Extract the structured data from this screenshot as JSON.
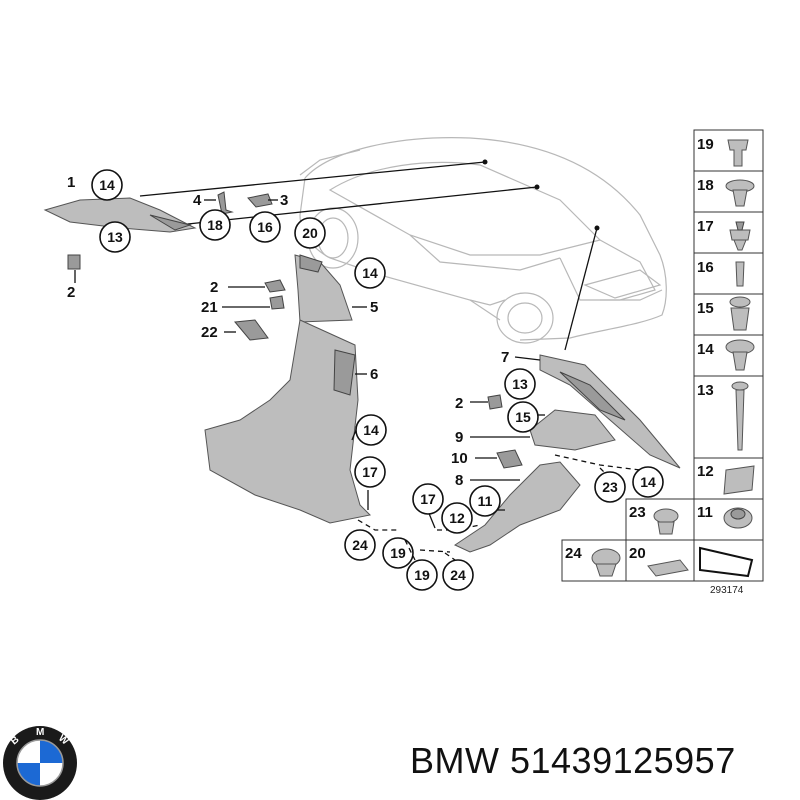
{
  "diagram": {
    "callouts": {
      "c14a": "14",
      "c13a": "13",
      "c18a": "18",
      "c16a": "16",
      "c20a": "20",
      "c14b": "14",
      "c14c": "14",
      "c17a": "17",
      "c24a": "24",
      "c19a": "19",
      "c13b": "13",
      "c15a": "15",
      "c23a": "23",
      "c14d": "14",
      "c11a": "11",
      "c12a": "12",
      "c17b": "17",
      "c19b": "19",
      "c24b": "24"
    },
    "labels": {
      "l1": "1",
      "l2a": "2",
      "l4": "4",
      "l3": "3",
      "l2b": "2",
      "l21": "21",
      "l22": "22",
      "l5": "5",
      "l6": "6",
      "l7": "7",
      "l2c": "2",
      "l9": "9",
      "l10": "10",
      "l8": "8"
    },
    "legend": {
      "cells": [
        "19",
        "18",
        "17",
        "16",
        "15",
        "14",
        "13",
        "12",
        "23",
        "11",
        "24",
        "20"
      ]
    },
    "reference_number": "293174"
  },
  "brand": {
    "logo_text": "BMW"
  },
  "caption": {
    "text": "BMW 51439125957"
  }
}
